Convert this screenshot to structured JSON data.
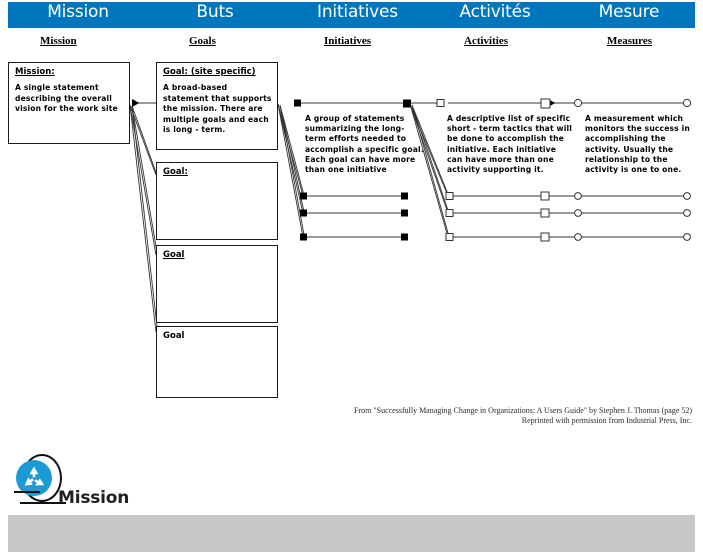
{
  "header": {
    "background_color": "#0076be",
    "columns": [
      {
        "label": "Mission",
        "sub": "Mission"
      },
      {
        "label": "Buts",
        "sub": "Goals"
      },
      {
        "label": "Initiatives",
        "sub": "Initiatives"
      },
      {
        "label": "Activités",
        "sub": "Activities"
      },
      {
        "label": "Mesure",
        "sub": "Measures"
      }
    ]
  },
  "diagram": {
    "mission_box": {
      "title": "Mission:",
      "body": "A single statement describing the overall vision for the work site"
    },
    "goal_boxes": [
      {
        "title": "Goal:  (site specific)",
        "underlined": true,
        "body": "A broad-based statement that supports the mission. There are multiple goals and each is long - term."
      },
      {
        "title": "Goal:",
        "underlined": true,
        "body": ""
      },
      {
        "title": "Goal",
        "underlined": true,
        "body": ""
      },
      {
        "title": "Goal",
        "underlined": false,
        "body": ""
      }
    ],
    "column_texts": {
      "initiatives": "A group of statements summarizing the long-term efforts needed to accomplish a specific goal.  Each goal can have more than one initiative",
      "activities": "A descriptive list of specific short - term tactics that will be done to accomplish the initiative. Each initiative can have more than one activity supporting it.",
      "measures": "A measurement which monitors the success in accomplishing the activity.  Usually the relationship to the activity is one to one."
    },
    "citation": {
      "line1": "From \"Successfully Managing Change in Organizations:  A Users Guide\" by Stephen J. Thomas (page 52)",
      "line2": "Reprinted with permission from Industrial Press, Inc."
    }
  },
  "footer": {
    "logo_icon": "recycling-icon",
    "logo_color": "#1b9ad6",
    "label": "Mission",
    "bar_color": "#c8c8c8"
  }
}
